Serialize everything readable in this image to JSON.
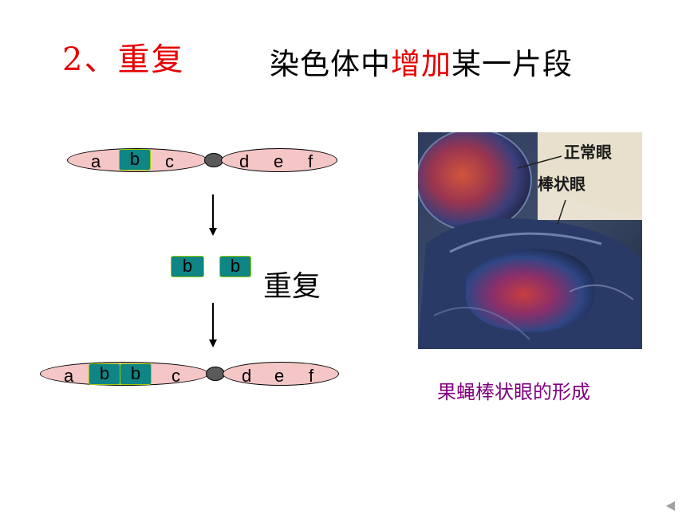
{
  "title": {
    "number": "2、重复",
    "desc_prefix": "染色体中",
    "desc_highlight": "增加",
    "desc_suffix": "某一片段"
  },
  "chromosome_top": {
    "left_genes": [
      "a",
      "b",
      "c"
    ],
    "right_genes": [
      "d",
      "e",
      "f"
    ],
    "segment": "b"
  },
  "middle": {
    "segments": [
      "b",
      "b"
    ],
    "label": "重复"
  },
  "chromosome_bottom": {
    "left_genes": [
      "a",
      "b",
      "b",
      "c"
    ],
    "right_genes": [
      "d",
      "e",
      "f"
    ]
  },
  "photo": {
    "label_normal": "正常眼",
    "label_bar": "棒状眼"
  },
  "caption": "果蝇棒状眼的形成",
  "icons": {
    "nav": "prev-arrow-icon"
  }
}
